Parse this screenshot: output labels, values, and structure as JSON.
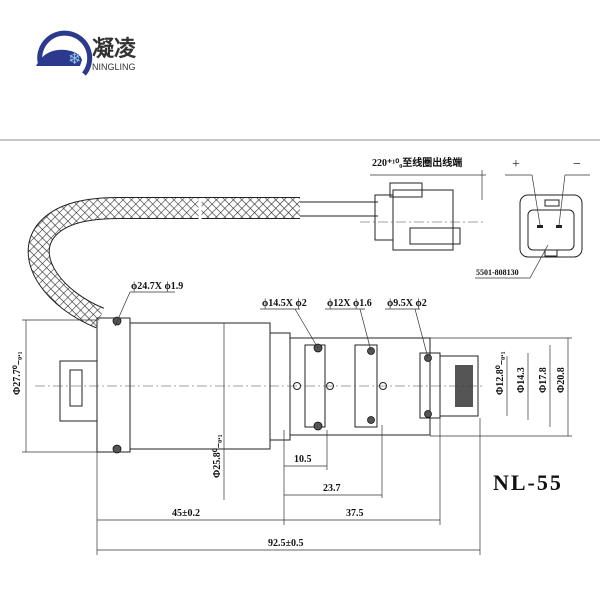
{
  "logo": {
    "brand_cn": "凝凌",
    "brand_en": "NINGLING"
  },
  "model": "NL-55",
  "labels": {
    "cable_length": "220⁺¹⁰₀至线圈出线端",
    "part_number": "5501-808130",
    "plus": "+",
    "minus": "−",
    "oring_1": "ϕ24.7X ϕ1.9",
    "oring_2": "ϕ14.5X ϕ2",
    "oring_3": "ϕ12X ϕ1.6",
    "oring_4": "ϕ9.5X ϕ2"
  },
  "dimensions": {
    "d_27_7": "Φ27.7⁰₋₀.₁",
    "d_25_8": "Φ25.8⁰₋₀.₁",
    "d_12_8": "Φ12.8⁰₋₀.₁",
    "d_14_3": "Φ14.3",
    "d_17_8": "Φ17.8",
    "d_20_8": "Φ20.8",
    "len_10_5": "10.5",
    "len_23_7": "23.7",
    "len_37_5": "37.5",
    "len_45": "45±0.2",
    "len_92_5": "92.5±0.5"
  },
  "colors": {
    "logo_blue": "#2b3a8c",
    "logo_light": "#8fc6ea"
  }
}
